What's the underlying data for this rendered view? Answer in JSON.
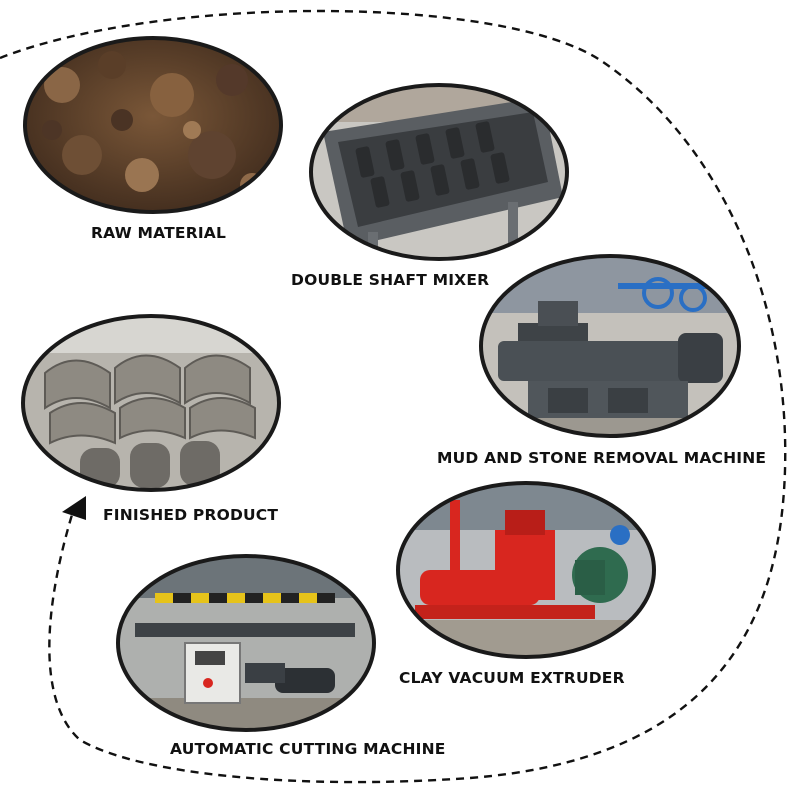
{
  "steps": [
    {
      "id": "raw",
      "label": "RAW MATERIAL",
      "photo": "soil-clay-photo"
    },
    {
      "id": "mixer",
      "label": "DOUBLE SHAFT MIXER",
      "photo": "double-shaft-mixer-photo"
    },
    {
      "id": "removal",
      "label": "MUD AND STONE REMOVAL MACHINE",
      "photo": "mud-stone-removal-machine-photo"
    },
    {
      "id": "extruder",
      "label": "CLAY VACUUM EXTRUDER",
      "photo": "red-vacuum-extruder-photo"
    },
    {
      "id": "cutting",
      "label": "AUTOMATIC CUTTING MACHINE",
      "photo": "automatic-cutting-machine-photo"
    },
    {
      "id": "finished",
      "label": "FINISHED PRODUCT",
      "photo": "clay-roof-tiles-photo"
    }
  ],
  "colors": {
    "ink": "#111111",
    "soil": "#6b4a33",
    "steel": "#4c5156",
    "extruder_red": "#d8261f",
    "motor_green": "#2f6b4f",
    "tile_grey": "#8e8a82"
  }
}
